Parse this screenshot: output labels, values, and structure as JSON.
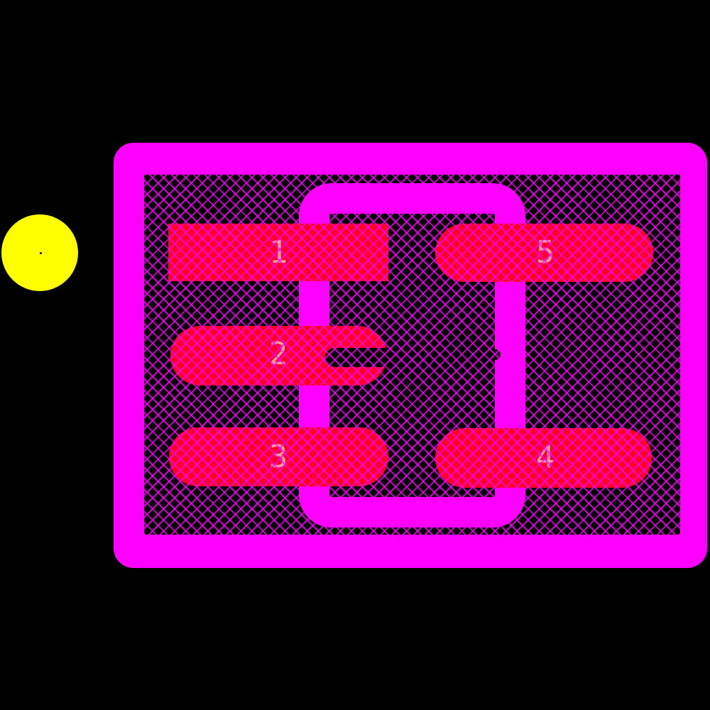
{
  "view": {
    "description": "PCB footprint canvas view",
    "background_color": "#000000"
  },
  "colors": {
    "outline_magenta": "#FF00FF",
    "zone_hatch_magenta": "#FF00FF",
    "pad_red": "#FF0022",
    "pad_label_pink": "#FFA0A0",
    "origin_marker_yellow": "#FFFF00"
  },
  "origin_marker": {
    "shape": "filled-circle-with-center-dot"
  },
  "footprint": {
    "pad_count": 5,
    "pads": [
      {
        "number": "1",
        "shape": "rectangle"
      },
      {
        "number": "2",
        "shape": "rounded-stadium-with-slot"
      },
      {
        "number": "3",
        "shape": "rounded-stadium"
      },
      {
        "number": "4",
        "shape": "rounded-stadium"
      },
      {
        "number": "5",
        "shape": "rounded-stadium"
      }
    ],
    "body_outline": {
      "shape": "rounded-rectangle-ring",
      "notch": "right-side-center"
    },
    "courtyard": {
      "shape": "rounded-rectangle-frame"
    },
    "zone_fill": "diagonal-crosshatch"
  }
}
